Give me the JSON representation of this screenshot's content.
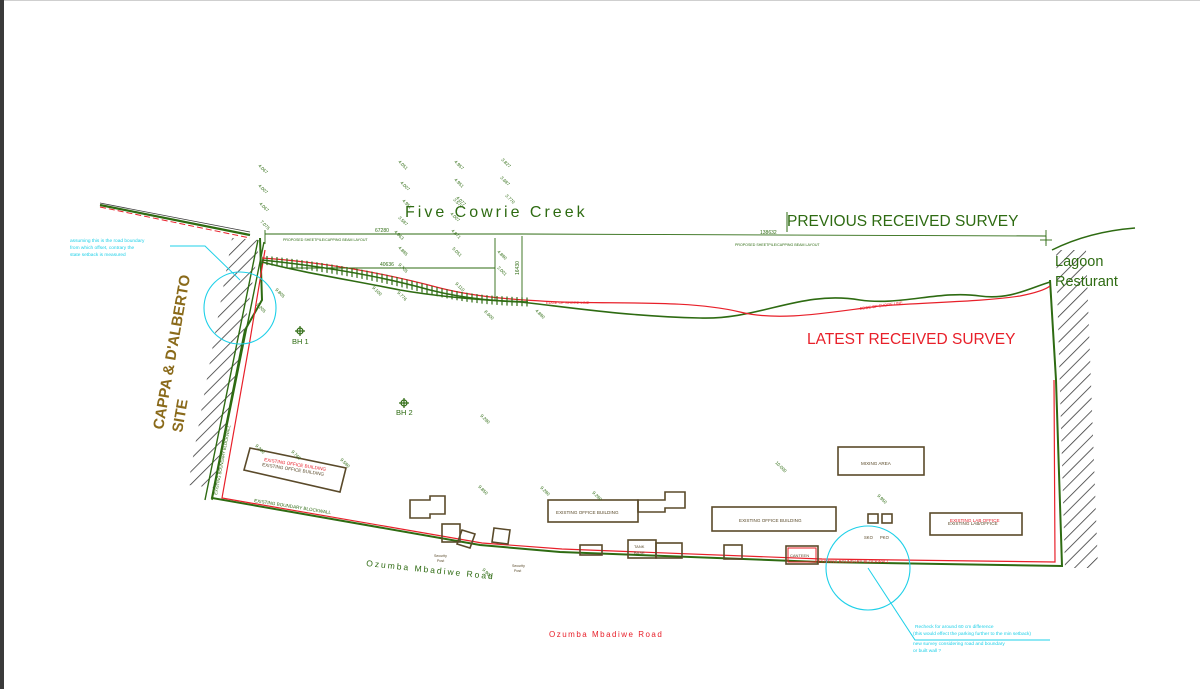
{
  "labels": {
    "creek": "Five Cowrie Creek",
    "previous_survey": "PREVIOUS  RECEIVED SURVEY",
    "latest_survey": "LATEST RECEIVED SURVEY",
    "lagoon_line1": "Lagoon",
    "lagoon_line2": "Resturant",
    "cappa_line1": "CAPPA & D'ALBERTO",
    "cappa_line2": "SITE",
    "road_main": "Ozumba  Mbadiwe  Road",
    "road_red": "Ozumba   Mbadiwe   Road",
    "bh1": "BH 1",
    "bh2": "BH 2",
    "dim_left": "67280",
    "dim_right": "138632",
    "dim_mid": "40636",
    "dim_vert": "16430",
    "existing_boundary_left": "EXISTING BOUNDARY BLOCKWALL",
    "existing_boundary_bottom": "EXISTING BOUNDARY BLOCKWALL",
    "existing_boundary_red": "EXISTING BOUNDARY BLOCKWALL",
    "edge_shore_1": "EDGE OF SHORE LINE",
    "edge_shore_2": "EDGE OF SHORE LINE",
    "proposed_beam_1": "PROPOSED SHEETPILE/CAPPING BEAM LAYOUT",
    "proposed_beam_2": "PROPOSED SHEETPILE/CAPPING BEAM LAYOUT"
  },
  "buildings": {
    "office_left": "EXISTING OFFICE BUILDING",
    "office_left_red": "EXISTING OFFICE BUILDING",
    "office_mid": "EXISTING OFFICE BUILDING",
    "office_right": "EXISTING OFFICE BUILDING",
    "mixing_area": "MIXING AREA",
    "lab_office": "EXISTING LAB/OFFICE",
    "lab_office_red": "EXISTING LAB OFFICE",
    "tank_1": "TANK",
    "tank_2": "BASE",
    "canteen": "CANTEEN",
    "security_post_1": "Security",
    "security_post_1b": "Post",
    "security_post_2": "Security",
    "security_post_2b": "Post",
    "sko": "SKO",
    "pko": "PKO"
  },
  "notes": {
    "left_line1": "assuming this is the road boundary",
    "left_line2": "from which offset, contrary the",
    "left_line3": "state setback is measured",
    "right_line1": "Recheck for around 60 cm difference",
    "right_line2": "(this would effect the parking further to the min setback)",
    "right_line3": "new survey considering road and boundary",
    "right_line4": "or built wall ?"
  },
  "spot_levels": [
    "4.067",
    "4.007",
    "4.067",
    "7.075",
    "4.051",
    "4.007",
    "4.951",
    "3.587",
    "4.957",
    "4.951",
    "4.077",
    "3.827",
    "3.687",
    "3.770",
    "4.007",
    "4.871",
    "5.051",
    "4.880",
    "2.001",
    "4.963",
    "4.885",
    "9.705",
    "9.205",
    "9.805",
    "9.100",
    "9.776",
    "9.110",
    "8.600",
    "4.880",
    "3.570",
    "9.290",
    "9.260",
    "9.740",
    "9.580",
    "9.850",
    "9.280",
    "9.280",
    "10.000",
    "9.950",
    "9.900"
  ],
  "colors": {
    "survey_green": "#2e6b12",
    "survey_red": "#e8202a",
    "note_cyan": "#1fd0e8",
    "frame": "#3a3a3a"
  }
}
